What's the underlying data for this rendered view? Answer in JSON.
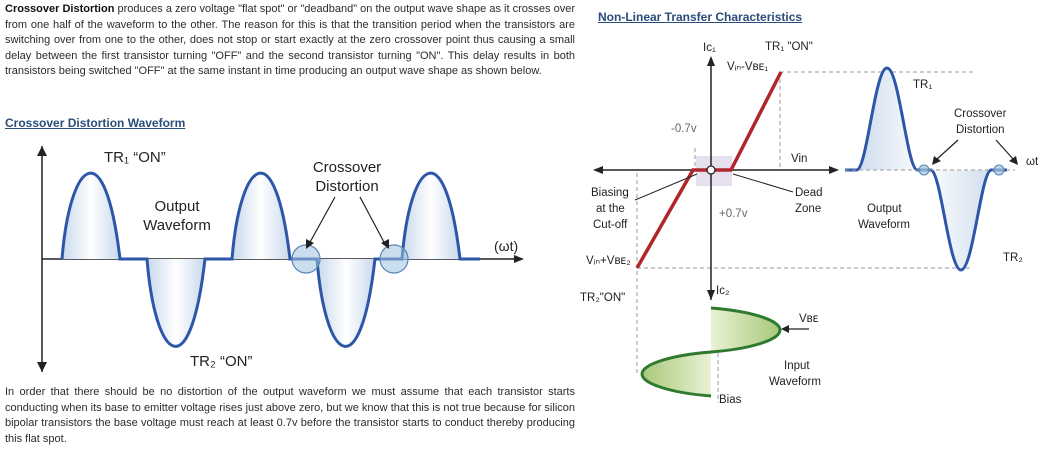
{
  "intro": {
    "term": "Crossover Distortion",
    "text": " produces a zero voltage \"flat spot\" or \"deadband\" on the output wave shape as it crosses over from one half of the waveform to the other. The reason for this is that the transition period when the transistors are switching over from one to the other, does not stop or start exactly at the zero crossover point thus causing a small delay between the first transistor turning \"OFF\" and the second transistor turning \"ON\". This delay results in both transistors being switched \"OFF\" at the same instant in time producing an output wave shape as shown below."
  },
  "left_figure": {
    "heading": "Crossover Distortion Waveform",
    "tr1_label": "TR₁ “ON”",
    "tr2_label": "TR₂ “ON”",
    "output_label_1": "Output",
    "output_label_2": "Waveform",
    "crossover_label_1": "Crossover",
    "crossover_label_2": "Distortion",
    "axis_label": "(ωt)"
  },
  "right_figure": {
    "heading": "Non-Linear Transfer Characteristics",
    "ic1": "Ic₁",
    "ic2": "Ic₂",
    "tr1_on": "TR₁ \"ON\"",
    "tr2_on": "TR₂\"ON\"",
    "vin_vbe1": "Vᵢₙ-Vʙᴇ₁",
    "vin_vbe2": "Vᵢₙ+Vʙᴇ₂",
    "neg_07": "-0.7v",
    "pos_07": "+0.7v",
    "vin": "Vin",
    "dead_zone_1": "Dead",
    "dead_zone_2": "Zone",
    "biasing_1": "Biasing",
    "biasing_2": "at the",
    "biasing_3": "Cut-off",
    "vbe": "Vʙᴇ",
    "input_1": "Input",
    "input_2": "Waveform",
    "bias": "Bias",
    "tr1": "TR₁",
    "tr2": "TR₂",
    "crossover_1": "Crossover",
    "crossover_2": "Distortion",
    "omega_t": "ωt",
    "output_1": "Output",
    "output_2": "Waveform"
  },
  "conclusion": {
    "text": "In order that there should be no distortion of the output waveform we must assume that each transistor starts conducting when its base to emitter voltage rises just above zero, but we know that this is not true because for silicon bipolar transistors the base voltage must reach at least 0.7v before the transistor starts to conduct thereby producing this flat spot."
  },
  "colors": {
    "accent": "#2a4d7a",
    "wave_blue": "#2e56a8",
    "transfer_red": "#b0262a",
    "input_green": "#2f7a2f"
  }
}
